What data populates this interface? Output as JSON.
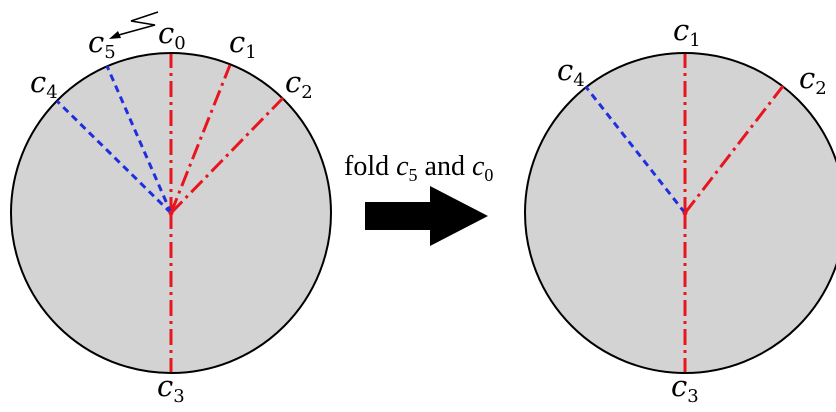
{
  "colors": {
    "disc_fill": "#d3d3d3",
    "outline": "#000000",
    "red": "#e8141e",
    "blue": "#1f2fe0",
    "arrow": "#000000"
  },
  "caption": {
    "word_fold": "fold",
    "first_label": "c",
    "first_sub": "5",
    "word_and": "and",
    "second_label": "c",
    "second_sub": "0"
  },
  "left": {
    "labels": [
      {
        "id": "c0",
        "letter": "c",
        "sub": "0"
      },
      {
        "id": "c1",
        "letter": "c",
        "sub": "1"
      },
      {
        "id": "c2",
        "letter": "c",
        "sub": "2"
      },
      {
        "id": "c3",
        "letter": "c",
        "sub": "3"
      },
      {
        "id": "c4",
        "letter": "c",
        "sub": "4"
      },
      {
        "id": "c5",
        "letter": "c",
        "sub": "5"
      }
    ]
  },
  "right": {
    "labels": [
      {
        "id": "c1",
        "letter": "c",
        "sub": "1"
      },
      {
        "id": "c2",
        "letter": "c",
        "sub": "2"
      },
      {
        "id": "c3",
        "letter": "c",
        "sub": "3"
      },
      {
        "id": "c4",
        "letter": "c",
        "sub": "4"
      }
    ]
  }
}
